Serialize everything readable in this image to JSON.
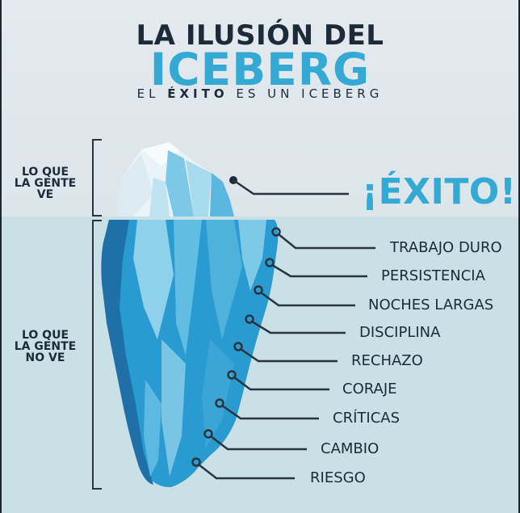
{
  "header": {
    "title_line1": "LA ILUSIÓN DEL",
    "title_line2": "ICEBERG",
    "subtitle_prefix": "EL ",
    "subtitle_bold": "ÉXITO",
    "subtitle_suffix": " ES UN ICEBERG"
  },
  "sections": {
    "visible": {
      "line1": "LO QUE",
      "line2": "LA GENTE",
      "line3": "VE"
    },
    "hidden": {
      "line1": "LO QUE",
      "line2": "LA GENTE",
      "line3": "NO VE"
    }
  },
  "tip_label": "¡ÉXITO!",
  "hidden_labels": [
    "TRABAJO DURO",
    "PERSISTENCIA",
    "NOCHES LARGAS",
    "DISCIPLINA",
    "RECHAZO",
    "CORAJE",
    "CRÍTICAS",
    "CAMBIO",
    "RIESGO"
  ],
  "colors": {
    "accent": "#33a9d3",
    "text_dark": "#1c2a3a",
    "sky": "#e4eaef",
    "water": "#c9e0e6",
    "ice_dark": "#1f6fa8",
    "ice_mid": "#2a9bd0",
    "ice_light": "#8fd0ea"
  }
}
